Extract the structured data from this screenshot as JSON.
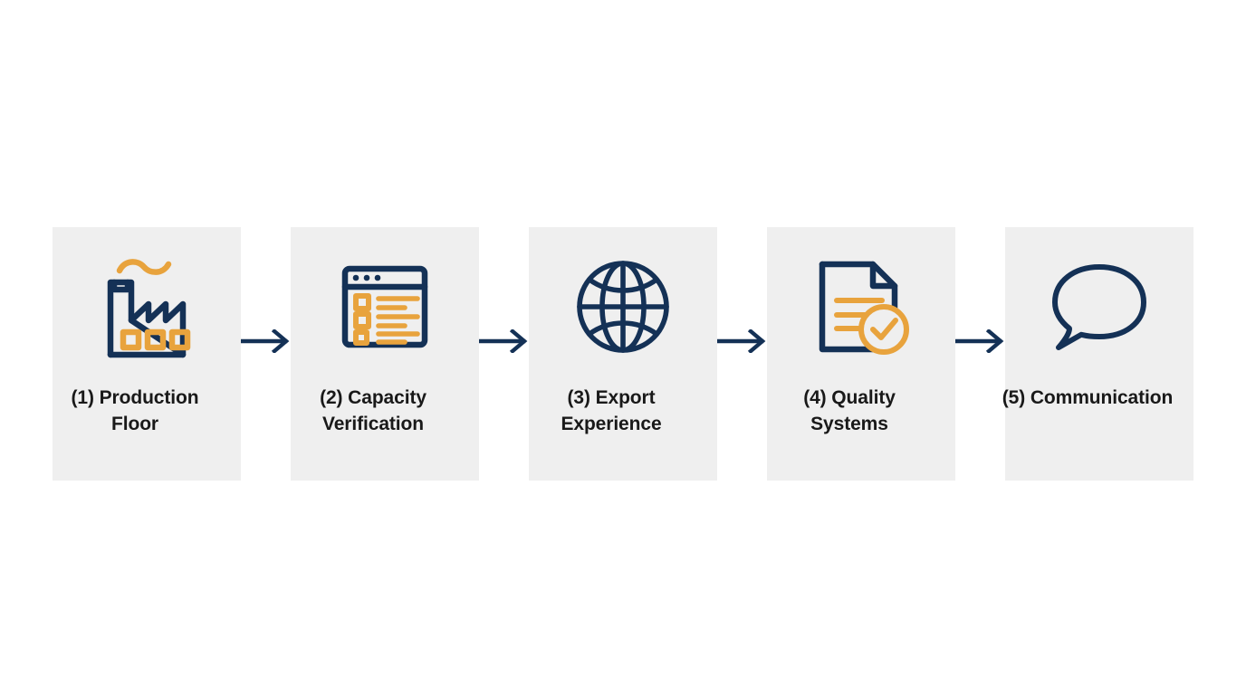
{
  "page": {
    "background_color": "#ffffff",
    "type": "horizontal-process-flow"
  },
  "theme": {
    "navy": "#143156",
    "orange": "#E8A33D",
    "card_background": "#efefef",
    "label_color": "#191919",
    "arrow_color": "#143156"
  },
  "flow": {
    "steps": [
      {
        "number": "(1)",
        "label": "(1) Production\nFloor",
        "icon": "factory-icon",
        "name": "production-floor"
      },
      {
        "number": "(2)",
        "label": "(2) Capacity\nVerification",
        "icon": "browser-checklist-icon",
        "name": "capacity-verification"
      },
      {
        "number": "(3)",
        "label": "(3) Export\nExperience",
        "icon": "globe-icon",
        "name": "export-experience"
      },
      {
        "number": "(4)",
        "label": "(4) Quality\nSystems",
        "icon": "document-check-icon",
        "name": "quality-systems"
      },
      {
        "number": "(5)",
        "label": "(5) Communication",
        "icon": "speech-bubble-icon",
        "name": "communication"
      }
    ],
    "connectors": [
      {
        "icon": "arrow-right-icon"
      },
      {
        "icon": "arrow-right-icon"
      },
      {
        "icon": "arrow-right-icon"
      },
      {
        "icon": "arrow-right-icon"
      }
    ]
  }
}
